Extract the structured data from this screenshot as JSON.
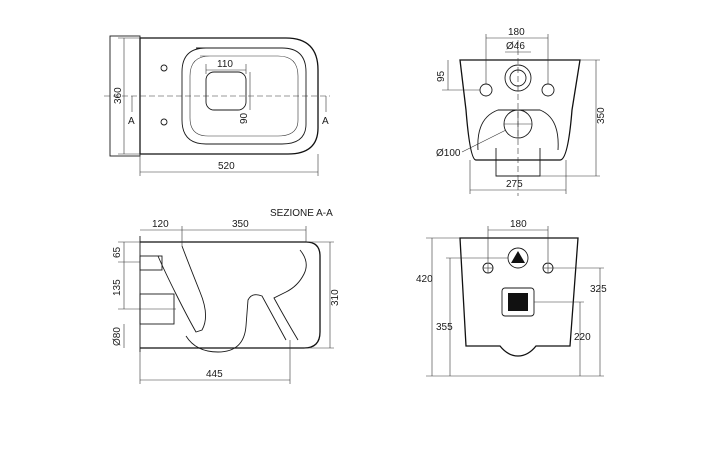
{
  "top_view": {
    "width": "520",
    "depth": "360",
    "slot_width": "110",
    "slot_depth": "90",
    "section_mark_left": "A",
    "section_mark_right": "A"
  },
  "rear_view": {
    "fixing_spacing": "180",
    "inlet_diameter": "Ø46",
    "fixing_height": "95",
    "height": "350",
    "outlet_diameter": "Ø100",
    "base_width": "275"
  },
  "section_view": {
    "title": "SEZIONE A-A",
    "rear_offset": "120",
    "top_span": "350",
    "inlet_height": "65",
    "outlet_height": "135",
    "outlet_diameter": "Ø80",
    "bowl_height": "310",
    "overall_length": "445"
  },
  "wall_view": {
    "fixing_spacing": "180",
    "overall_height": "420",
    "fixing_height": "325",
    "inlet_height": "355",
    "outlet_height": "220"
  }
}
